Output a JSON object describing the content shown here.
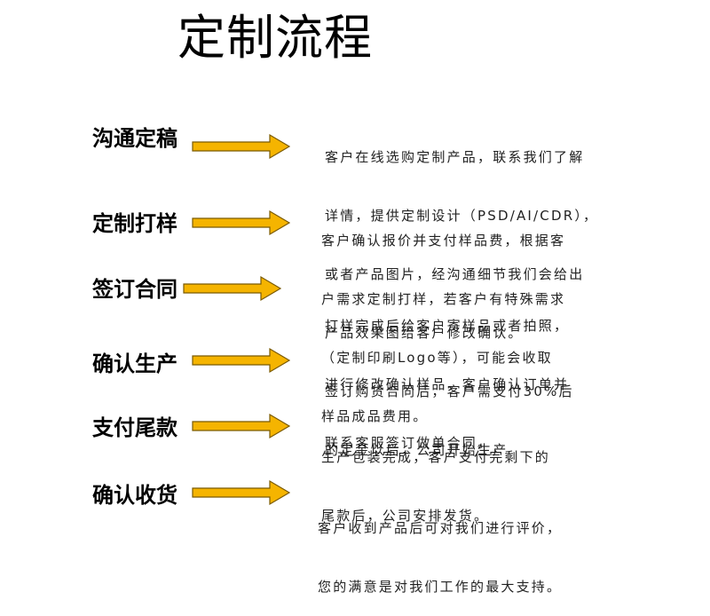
{
  "title": "定制流程",
  "arrow_color": "#F5B400",
  "arrow_stroke": "#7a5a00",
  "steps": [
    {
      "label": "沟通定稿",
      "lines": [
        "客户在线选购定制产品，联系我们了解",
        "详情，提供定制设计（PSD/AI/CDR），",
        "或者产品图片，经沟通细节我们会给出",
        "产品效果图给客户修改确认。"
      ]
    },
    {
      "label": "定制打样",
      "lines": [
        "客户确认报价并支付样品费，根据客",
        "户需求定制打样，若客户有特殊需求",
        "（定制印刷Logo等），可能会收取",
        "样品成品费用。"
      ]
    },
    {
      "label": "签订合同",
      "lines": [
        "打样完成后给客户寄样品或者拍照，",
        "进行修改确认样品，客户确认订单并",
        "联系客服签订做单合同。"
      ]
    },
    {
      "label": "确认生产",
      "lines": [
        "签订购货合同后，客户需支付30%后",
        "的定金以后，公司开始生产"
      ]
    },
    {
      "label": "支付尾款",
      "lines": [
        "生产包装完成，客户支付完剩下的",
        "尾款后，公司安排发货。"
      ]
    },
    {
      "label": "确认收货",
      "lines": [
        "客户收到产品后可对我们进行评价，",
        "您的满意是对我们工作的最大支持。"
      ]
    }
  ]
}
